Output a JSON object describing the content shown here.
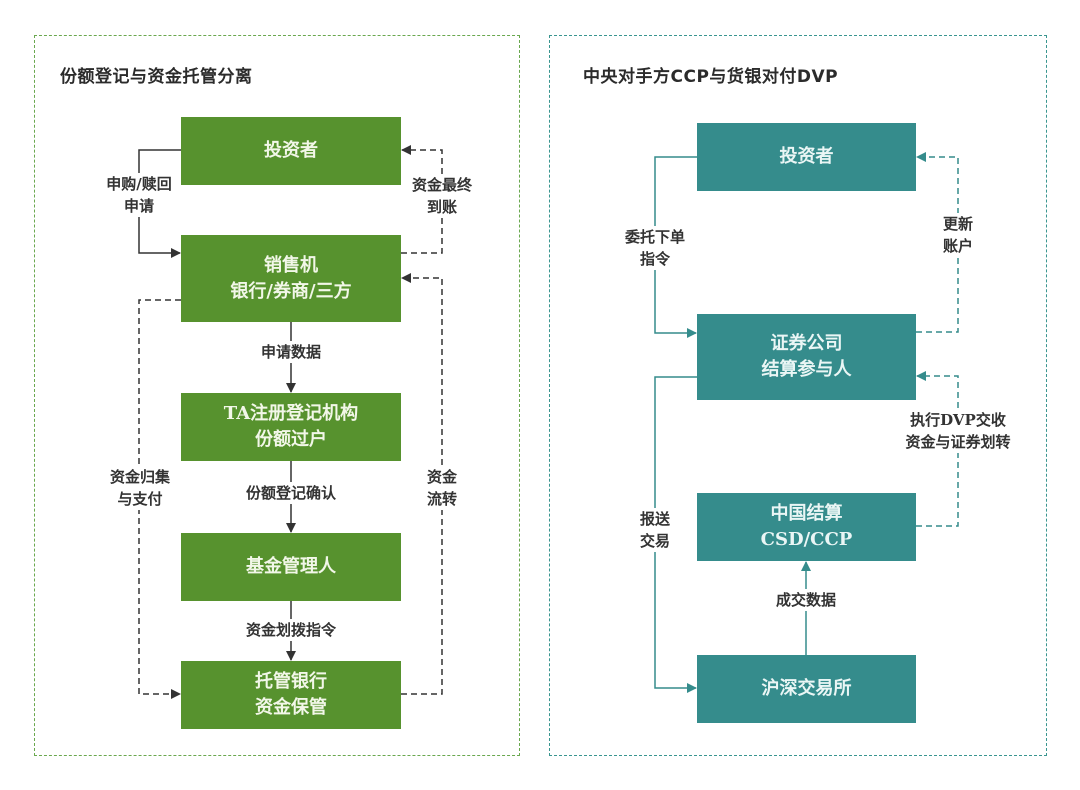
{
  "left_panel": {
    "title": "份额登记与资金托管分离",
    "accent_color": "#57922e",
    "nodes": [
      {
        "id": "investor",
        "lines": [
          "投资者"
        ]
      },
      {
        "id": "distributor",
        "lines": [
          "销售机",
          "银行/券商/三方"
        ]
      },
      {
        "id": "ta",
        "lines": [
          "TA注册登记机构",
          "份额过户"
        ]
      },
      {
        "id": "manager",
        "lines": [
          "基金管理人"
        ]
      },
      {
        "id": "custodian",
        "lines": [
          "托管银行",
          "资金保管"
        ]
      }
    ],
    "edges": [
      {
        "from": "investor",
        "to": "distributor",
        "style": "solid",
        "label": [
          "申购/赎回",
          "申请"
        ]
      },
      {
        "from": "distributor",
        "to": "investor",
        "style": "dashed",
        "label": [
          "资金最终",
          "到账"
        ]
      },
      {
        "from": "distributor",
        "to": "ta",
        "style": "solid",
        "label": [
          "申请数据"
        ]
      },
      {
        "from": "ta",
        "to": "manager",
        "style": "solid",
        "label": [
          "份额登记确认"
        ]
      },
      {
        "from": "manager",
        "to": "custodian",
        "style": "solid",
        "label": [
          "资金划拨指令"
        ]
      },
      {
        "from": "distributor",
        "to": "custodian",
        "style": "dashed",
        "label": [
          "资金归集",
          "与支付"
        ]
      },
      {
        "from": "custodian",
        "to": "distributor",
        "style": "dashed",
        "label": [
          "资金",
          "流转"
        ]
      }
    ]
  },
  "right_panel": {
    "title": "中央对手方CCP与货银对付DVP",
    "accent_color": "#358c8c",
    "nodes": [
      {
        "id": "investor",
        "lines": [
          "投资者"
        ]
      },
      {
        "id": "broker",
        "lines": [
          "证券公司",
          "结算参与人"
        ]
      },
      {
        "id": "csdc",
        "lines": [
          "中国结算",
          "CSD/CCP"
        ]
      },
      {
        "id": "exchange",
        "lines": [
          "沪深交易所"
        ]
      }
    ],
    "edges": [
      {
        "from": "investor",
        "to": "broker",
        "style": "solid",
        "label": [
          "委托下单",
          "指令"
        ]
      },
      {
        "from": "broker",
        "to": "investor",
        "style": "dashed",
        "label": [
          "更新",
          "账户"
        ]
      },
      {
        "from": "csdc",
        "to": "broker",
        "style": "dashed",
        "label": [
          "执行DVP交收",
          "资金与证券划转"
        ]
      },
      {
        "from": "broker",
        "to": "exchange",
        "style": "solid",
        "label": [
          "报送",
          "交易"
        ]
      },
      {
        "from": "exchange",
        "to": "csdc",
        "style": "solid",
        "label": [
          "成交数据"
        ]
      }
    ]
  }
}
